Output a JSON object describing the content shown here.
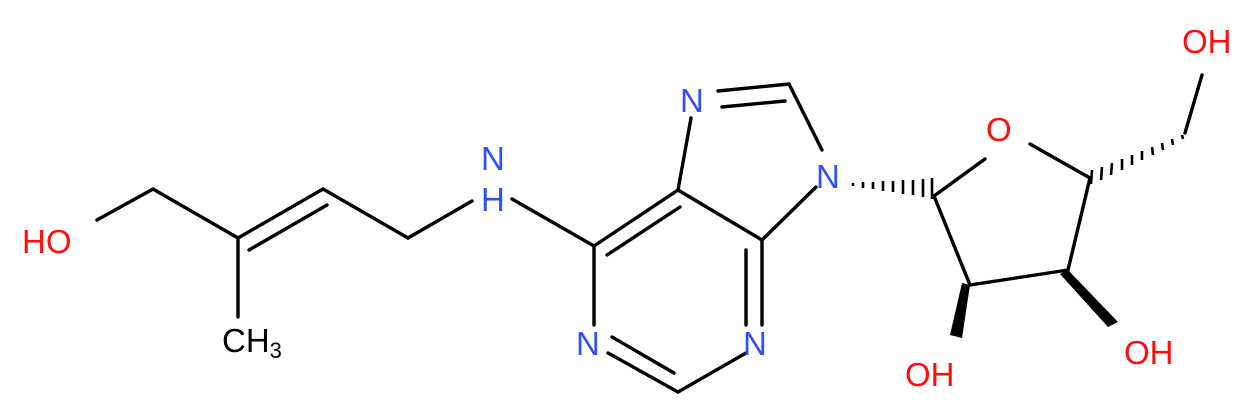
{
  "molecule": {
    "atoms": [
      {
        "id": "ho_left",
        "label": "HO",
        "color": "#ff0d0d"
      },
      {
        "id": "ch3",
        "label": "CH",
        "sub": "3",
        "color": "#000000"
      },
      {
        "id": "nh",
        "label": "N",
        "label2": "H",
        "color": "#3050f8"
      },
      {
        "id": "n7",
        "label": "N",
        "color": "#3050f8"
      },
      {
        "id": "n9",
        "label": "N",
        "color": "#3050f8"
      },
      {
        "id": "n1",
        "label": "N",
        "color": "#3050f8"
      },
      {
        "id": "n3",
        "label": "N",
        "color": "#3050f8"
      },
      {
        "id": "o_ring",
        "label": "O",
        "color": "#ff0d0d"
      },
      {
        "id": "oh_top",
        "label": "OH",
        "color": "#ff0d0d"
      },
      {
        "id": "oh_2",
        "label": "OH",
        "color": "#ff0d0d"
      },
      {
        "id": "oh_3",
        "label": "OH",
        "color": "#ff0d0d"
      }
    ],
    "colors": {
      "bond": "#000000",
      "nitrogen": "#3050f8",
      "oxygen": "#ff0d0d"
    }
  }
}
